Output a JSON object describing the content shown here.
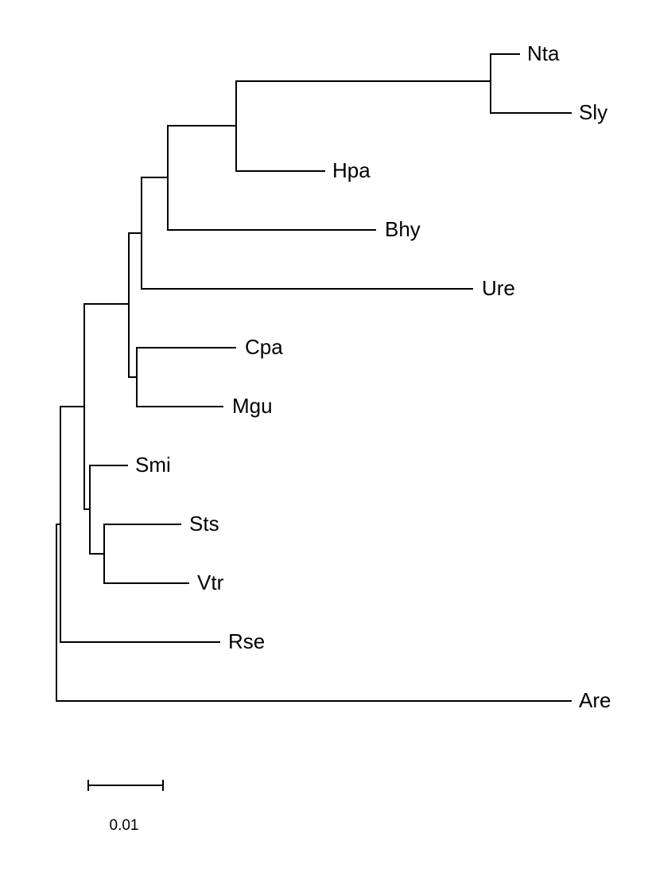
{
  "tree": {
    "taxa": [
      {
        "id": "nta",
        "label": "Nta"
      },
      {
        "id": "sly",
        "label": "Sly"
      },
      {
        "id": "hpa",
        "label": "Hpa"
      },
      {
        "id": "bhy",
        "label": "Bhy"
      },
      {
        "id": "ure",
        "label": "Ure"
      },
      {
        "id": "cpa",
        "label": "Cpa"
      },
      {
        "id": "mgu",
        "label": "Mgu"
      },
      {
        "id": "smi",
        "label": "Smi"
      },
      {
        "id": "sts",
        "label": "Sts"
      },
      {
        "id": "vtr",
        "label": "Vtr"
      },
      {
        "id": "rse",
        "label": "Rse"
      },
      {
        "id": "are",
        "label": "Are"
      }
    ],
    "line_color": "#000000"
  },
  "scale_bar": {
    "label": "0.01"
  }
}
